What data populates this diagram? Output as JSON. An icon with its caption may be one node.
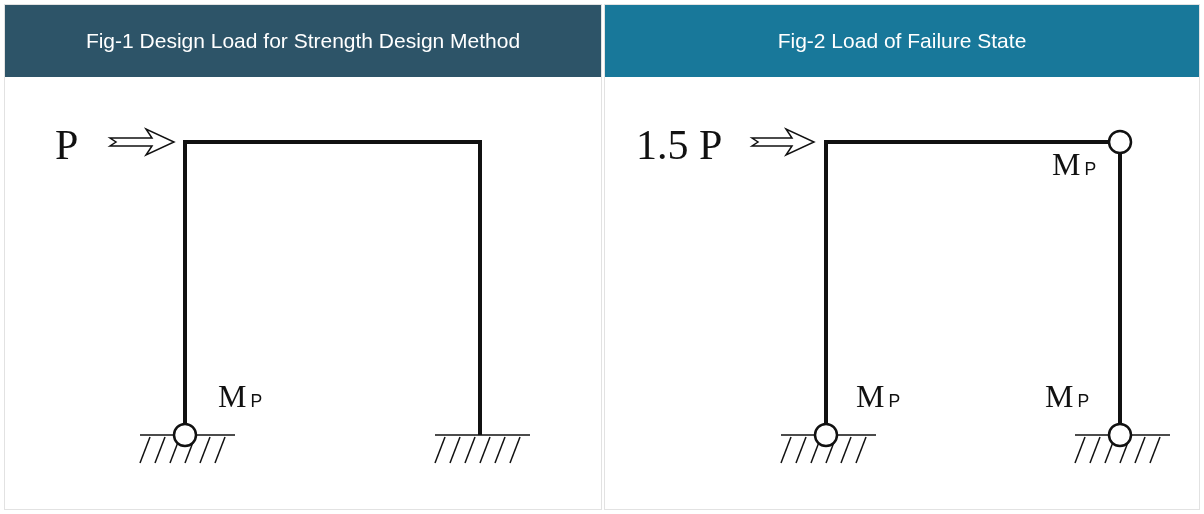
{
  "diagram": {
    "nodes": [
      {
        "text": [
          "Fig-1 Design Load for Strength Design Method"
        ]
      },
      {
        "text": [
          "Fig-2 Load of Failure State"
        ]
      }
    ],
    "labels": [
      "P",
      "M$_{P}$",
      "1.5 P",
      "M$_{P}$",
      "M$_{P}$",
      "M$_{P}$"
    ]
  }
}
